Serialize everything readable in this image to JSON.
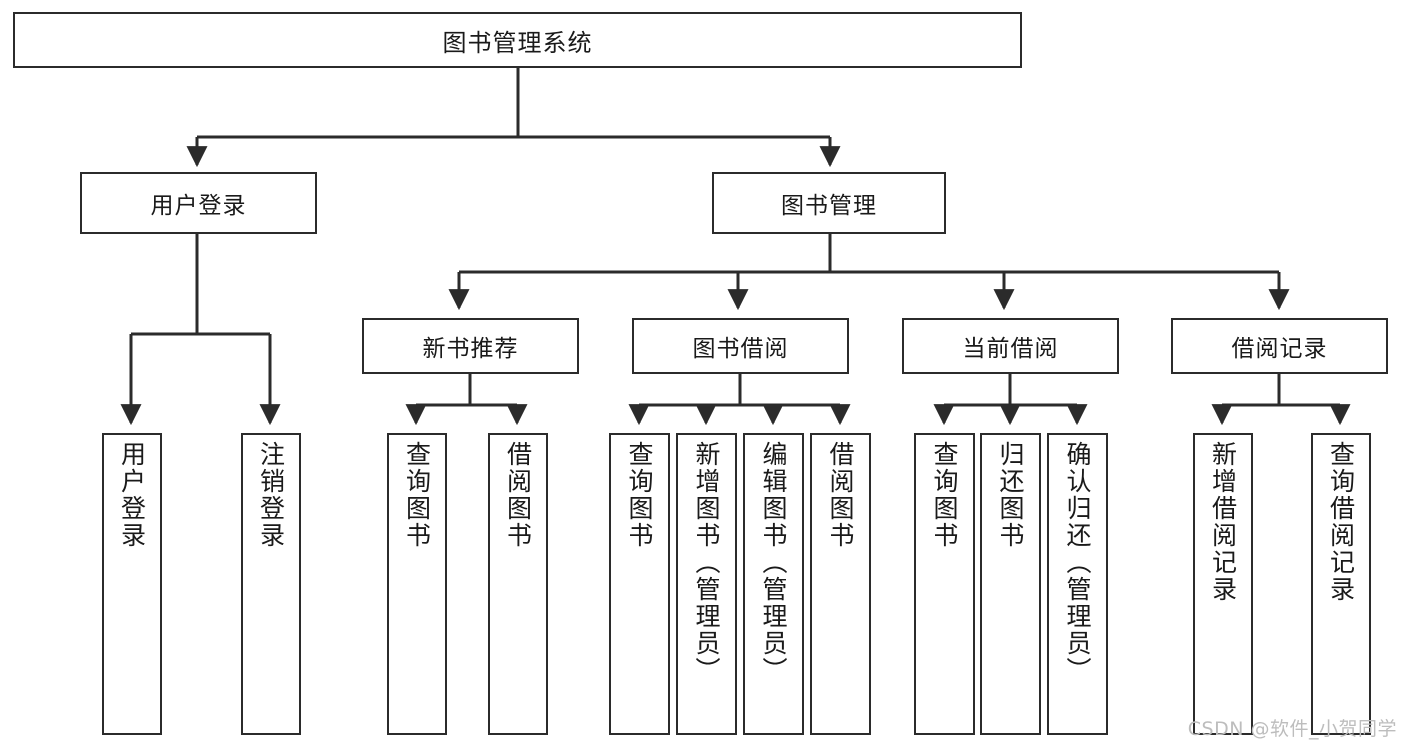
{
  "diagram": {
    "title": "图书管理系统",
    "watermark": "CSDN @软件_小贺同学",
    "stroke_color": "#2b2b2b",
    "background_color": "#ffffff",
    "root": {
      "label": "图书管理系统"
    },
    "level2": [
      {
        "label": "用户登录"
      },
      {
        "label": "图书管理"
      }
    ],
    "level3": [
      {
        "label": "新书推荐"
      },
      {
        "label": "图书借阅"
      },
      {
        "label": "当前借阅"
      },
      {
        "label": "借阅记录"
      }
    ],
    "leaves": {
      "user_login": [
        {
          "label": "用户登录"
        },
        {
          "label": "注销登录"
        }
      ],
      "new_book_recommend": [
        {
          "label": "查询图书"
        },
        {
          "label": "借阅图书"
        }
      ],
      "book_borrow": [
        {
          "label": "查询图书"
        },
        {
          "label": "新增图书（管理员）"
        },
        {
          "label": "编辑图书（管理员）"
        },
        {
          "label": "借阅图书"
        }
      ],
      "current_borrow": [
        {
          "label": "查询图书"
        },
        {
          "label": "归还图书"
        },
        {
          "label": "确认归还（管理员）"
        }
      ],
      "borrow_record": [
        {
          "label": "新增借阅记录"
        },
        {
          "label": "查询借阅记录"
        }
      ]
    }
  }
}
